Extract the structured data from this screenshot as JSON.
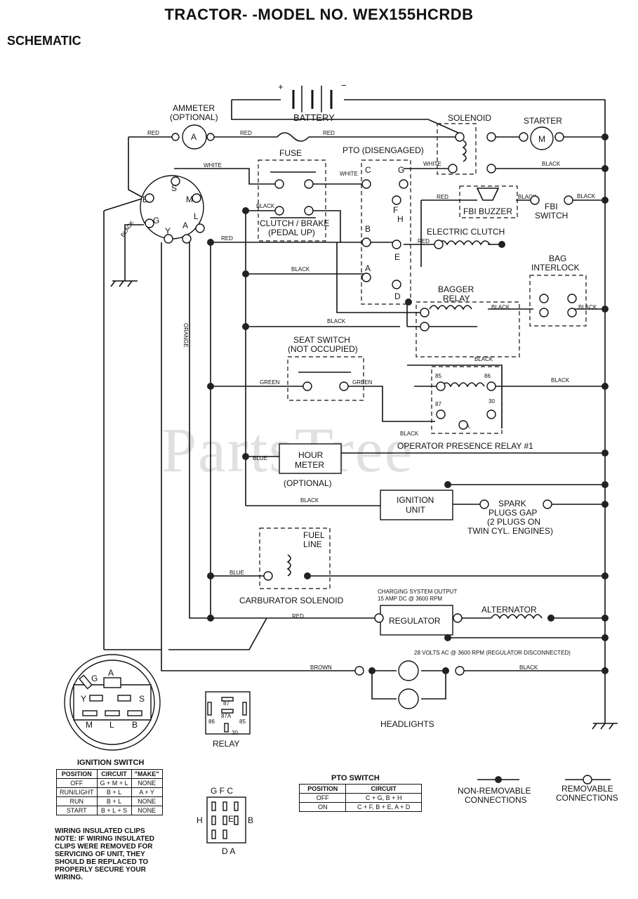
{
  "title": "TRACTOR- -MODEL NO. WEX155HCRDB",
  "subtitle": "SCHEMATIC",
  "watermark": "PartsTree",
  "components": {
    "battery": "BATTERY",
    "battery_plus": "+",
    "battery_minus": "−",
    "ammeter": "AMMETER",
    "ammeter_opt": "(OPTIONAL)",
    "ammeter_symbol": "A",
    "solenoid": "SOLENOID",
    "starter": "STARTER",
    "starter_symbol": "M",
    "fuse": "FUSE",
    "pto": "PTO (DISENGAGED)",
    "clutch_brake": "CLUTCH / BRAKE",
    "clutch_brake2": "(PEDAL UP)",
    "fbi_buzzer": "FBI BUZZER",
    "fbi_switch1": "FBI",
    "fbi_switch2": "SWITCH",
    "electric_clutch": "ELECTRIC CLUTCH",
    "bag_interlock1": "BAG",
    "bag_interlock2": "INTERLOCK",
    "bagger_relay1": "BAGGER",
    "bagger_relay2": "RELAY",
    "seat_switch1": "SEAT SWITCH",
    "seat_switch2": "(NOT OCCUPIED)",
    "operator_relay": "OPERATOR PRESENCE RELAY #1",
    "hour_meter1": "HOUR",
    "hour_meter2": "METER",
    "hour_meter_opt": "(OPTIONAL)",
    "ignition_unit1": "IGNITION",
    "ignition_unit2": "UNIT",
    "spark1": "SPARK",
    "spark2": "PLUGS GAP",
    "spark3": "(2 PLUGS ON",
    "spark4": "TWIN CYL. ENGINES)",
    "fuel_line1": "FUEL",
    "fuel_line2": "LINE",
    "carb_solenoid": "CARBURATOR SOLENOID",
    "charging1": "CHARGING SYSTEM OUTPUT",
    "charging2": "15 AMP DC @ 3600 RPM",
    "regulator": "REGULATOR",
    "alternator": "ALTERNATOR",
    "volts_ac": "28 VOLTS AC @ 3600 RPM (REGULATOR DISCONNECTED)",
    "headlights": "HEADLIGHTS",
    "relay": "RELAY"
  },
  "wire_labels": {
    "red": "RED",
    "white": "WHITE",
    "black": "BLACK",
    "green": "GREEN",
    "blue": "BLUE",
    "orange": "ORANGE",
    "brown": "BROWN"
  },
  "terminals": {
    "ign": [
      "B",
      "S",
      "M",
      "G",
      "Y",
      "A",
      "L"
    ],
    "pto": [
      "C",
      "G",
      "F",
      "H",
      "B",
      "E",
      "A",
      "D"
    ],
    "relay": [
      "85",
      "86",
      "87",
      "30",
      "87A"
    ]
  },
  "ignition_switch": {
    "title": "IGNITION SWITCH",
    "headers": [
      "POSITION",
      "CIRCUIT",
      "\"MAKE\""
    ],
    "rows": [
      [
        "OFF",
        "G + M + L",
        "NONE"
      ],
      [
        "RUN/LIGHT",
        "B + L",
        "A + Y"
      ],
      [
        "RUN",
        "B + L",
        "NONE"
      ],
      [
        "START",
        "B + L + S",
        "NONE"
      ]
    ]
  },
  "pto_switch": {
    "title": "PTO SWITCH",
    "headers": [
      "POSITION",
      "CIRCUIT"
    ],
    "rows": [
      [
        "OFF",
        "C + G, B + H"
      ],
      [
        "ON",
        "C + F, B + E, A + D"
      ]
    ]
  },
  "clips_note": {
    "title": "WIRING INSULATED CLIPS",
    "lines": [
      "NOTE: IF WIRING INSULATED",
      "CLIPS WERE REMOVED FOR",
      "SERVICING OF UNIT, THEY",
      "SHOULD BE REPLACED TO",
      "PROPERLY SECURE YOUR",
      "WIRING."
    ]
  },
  "legend": {
    "non_removable1": "NON-REMOVABLE",
    "non_removable2": "CONNECTIONS",
    "removable1": "REMOVABLE",
    "removable2": "CONNECTIONS"
  },
  "switch_face": {
    "top": "G F C",
    "left": "H",
    "right": "B",
    "bottom": "D A",
    "center": "E"
  }
}
